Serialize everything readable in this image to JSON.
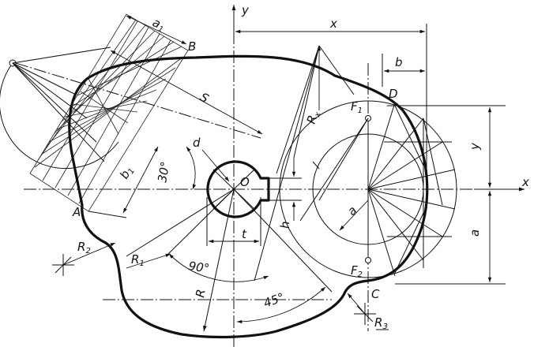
{
  "labels": {
    "axis_x": "x",
    "axis_y": "y",
    "origin": "O",
    "point_a": "A",
    "point_b": "B",
    "point_c": "C",
    "point_d": "D",
    "focus_1": "F",
    "focus_1_sub": "1",
    "focus_2": "F",
    "focus_2_sub": "2",
    "dim_x": "x",
    "dim_y": "y",
    "dim_a_upper": "a",
    "dim_a_right": "a",
    "dim_b": "b",
    "dim_a1": "a",
    "dim_a1_sub": "1",
    "dim_b1": "b",
    "dim_b1_sub": "1",
    "dim_s": "S",
    "dim_d": "d",
    "dim_t": "t",
    "dim_h": "h",
    "dim_r": "R",
    "dim_rx": "R",
    "dim_rx_sub": "x",
    "dim_r1": "R",
    "dim_r1_sub": "1",
    "dim_r2": "R",
    "dim_r2_sub": "2",
    "dim_r3": "R",
    "dim_r3_sub": "3",
    "angle_30": "30°",
    "angle_90": "90°",
    "angle_45": "45°"
  }
}
